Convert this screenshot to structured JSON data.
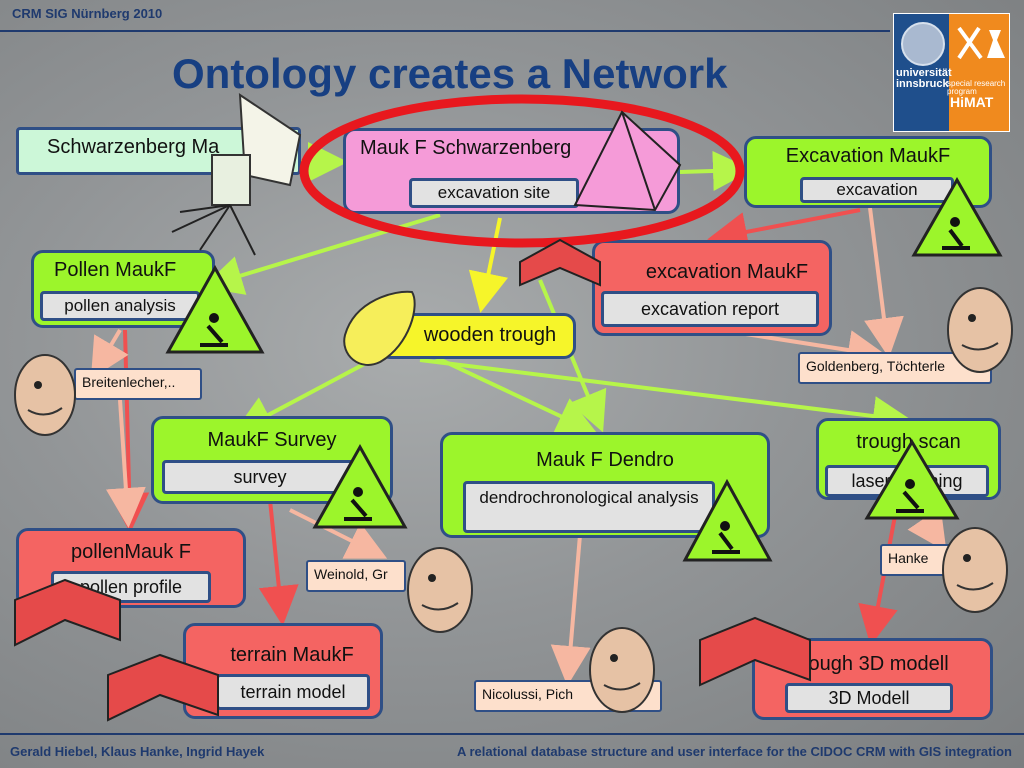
{
  "header": {
    "label": "CRM SIG Nürnberg 2010",
    "title": "Ontology creates a Network"
  },
  "logo": {
    "university": "universität innsbruck",
    "program": "special research program",
    "name": "HiMAT"
  },
  "nodes": {
    "schwarzenberg": {
      "title": "Schwarzenberg Ma"
    },
    "mauk_schwarzenberg": {
      "title": "Mauk F Schwarzenberg",
      "sub": "excavation site"
    },
    "excavation_mauk": {
      "title": "Excavation MaukF",
      "sub": "excavation"
    },
    "pollen_mauk": {
      "title": "Pollen MaukF",
      "sub": "pollen analysis"
    },
    "excavation_report": {
      "title": "excavation MaukF",
      "sub": "excavation report"
    },
    "wooden_trough": {
      "title": "wooden trough"
    },
    "survey": {
      "title": "MaukF Survey",
      "sub": "survey"
    },
    "dendro": {
      "title": "Mauk F Dendro",
      "sub": "dendrochronological analysis"
    },
    "trough_scan": {
      "title": "trough scan",
      "sub": "laserscanning"
    },
    "pollen_profile": {
      "title": "pollenMauk F",
      "sub": "pollen profile"
    },
    "terrain": {
      "title": "terrain MaukF",
      "sub": "terrain model"
    },
    "trough_3d": {
      "title": "trough 3D modell",
      "sub": "3D Modell"
    }
  },
  "persons": {
    "breitenlecher": "Breitenlecher,..",
    "goldenberg": "Goldenberg, Töchterle",
    "weinold": "Weinold, Gr",
    "hanke": "Hanke",
    "nicolussi": "Nicolussi, Pich"
  },
  "footer": {
    "authors": "Gerald Hiebel, Klaus Hanke, Ingrid Hayek",
    "paper": "A relational database structure and user interface for the CIDOC CRM with GIS integration"
  },
  "colors": {
    "green": "#9cf52b",
    "red": "#f46462",
    "pink": "#f59bd8",
    "yellow": "#f6f52a",
    "border": "#2f4f86",
    "highlight": "#e8181e",
    "title": "#173f82"
  }
}
